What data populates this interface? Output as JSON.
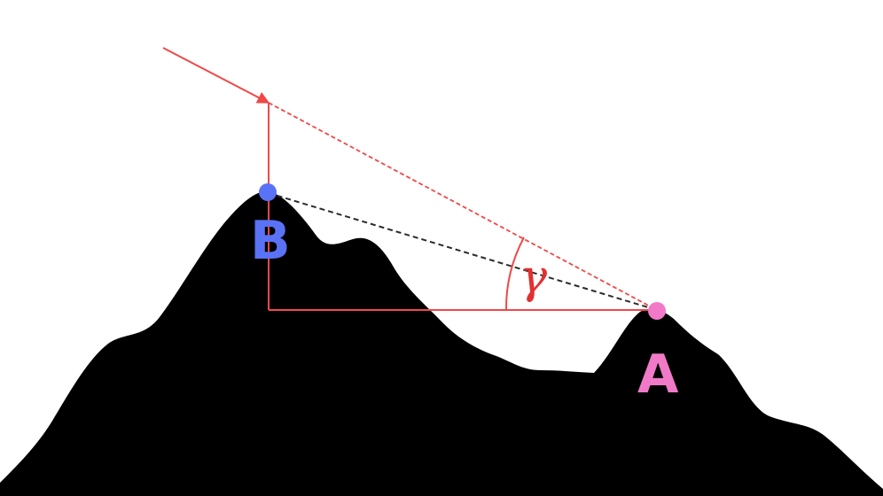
{
  "labels": {
    "point_b": "B",
    "point_a": "A",
    "angle": "γ"
  },
  "colors": {
    "background": "#ffffff",
    "mountain": "#000000",
    "line_red": "#f04848",
    "sightline": "#2b2b2b",
    "point_b": "#5a72f5",
    "point_a": "#f07ac8",
    "angle_label": "#e23030"
  }
}
